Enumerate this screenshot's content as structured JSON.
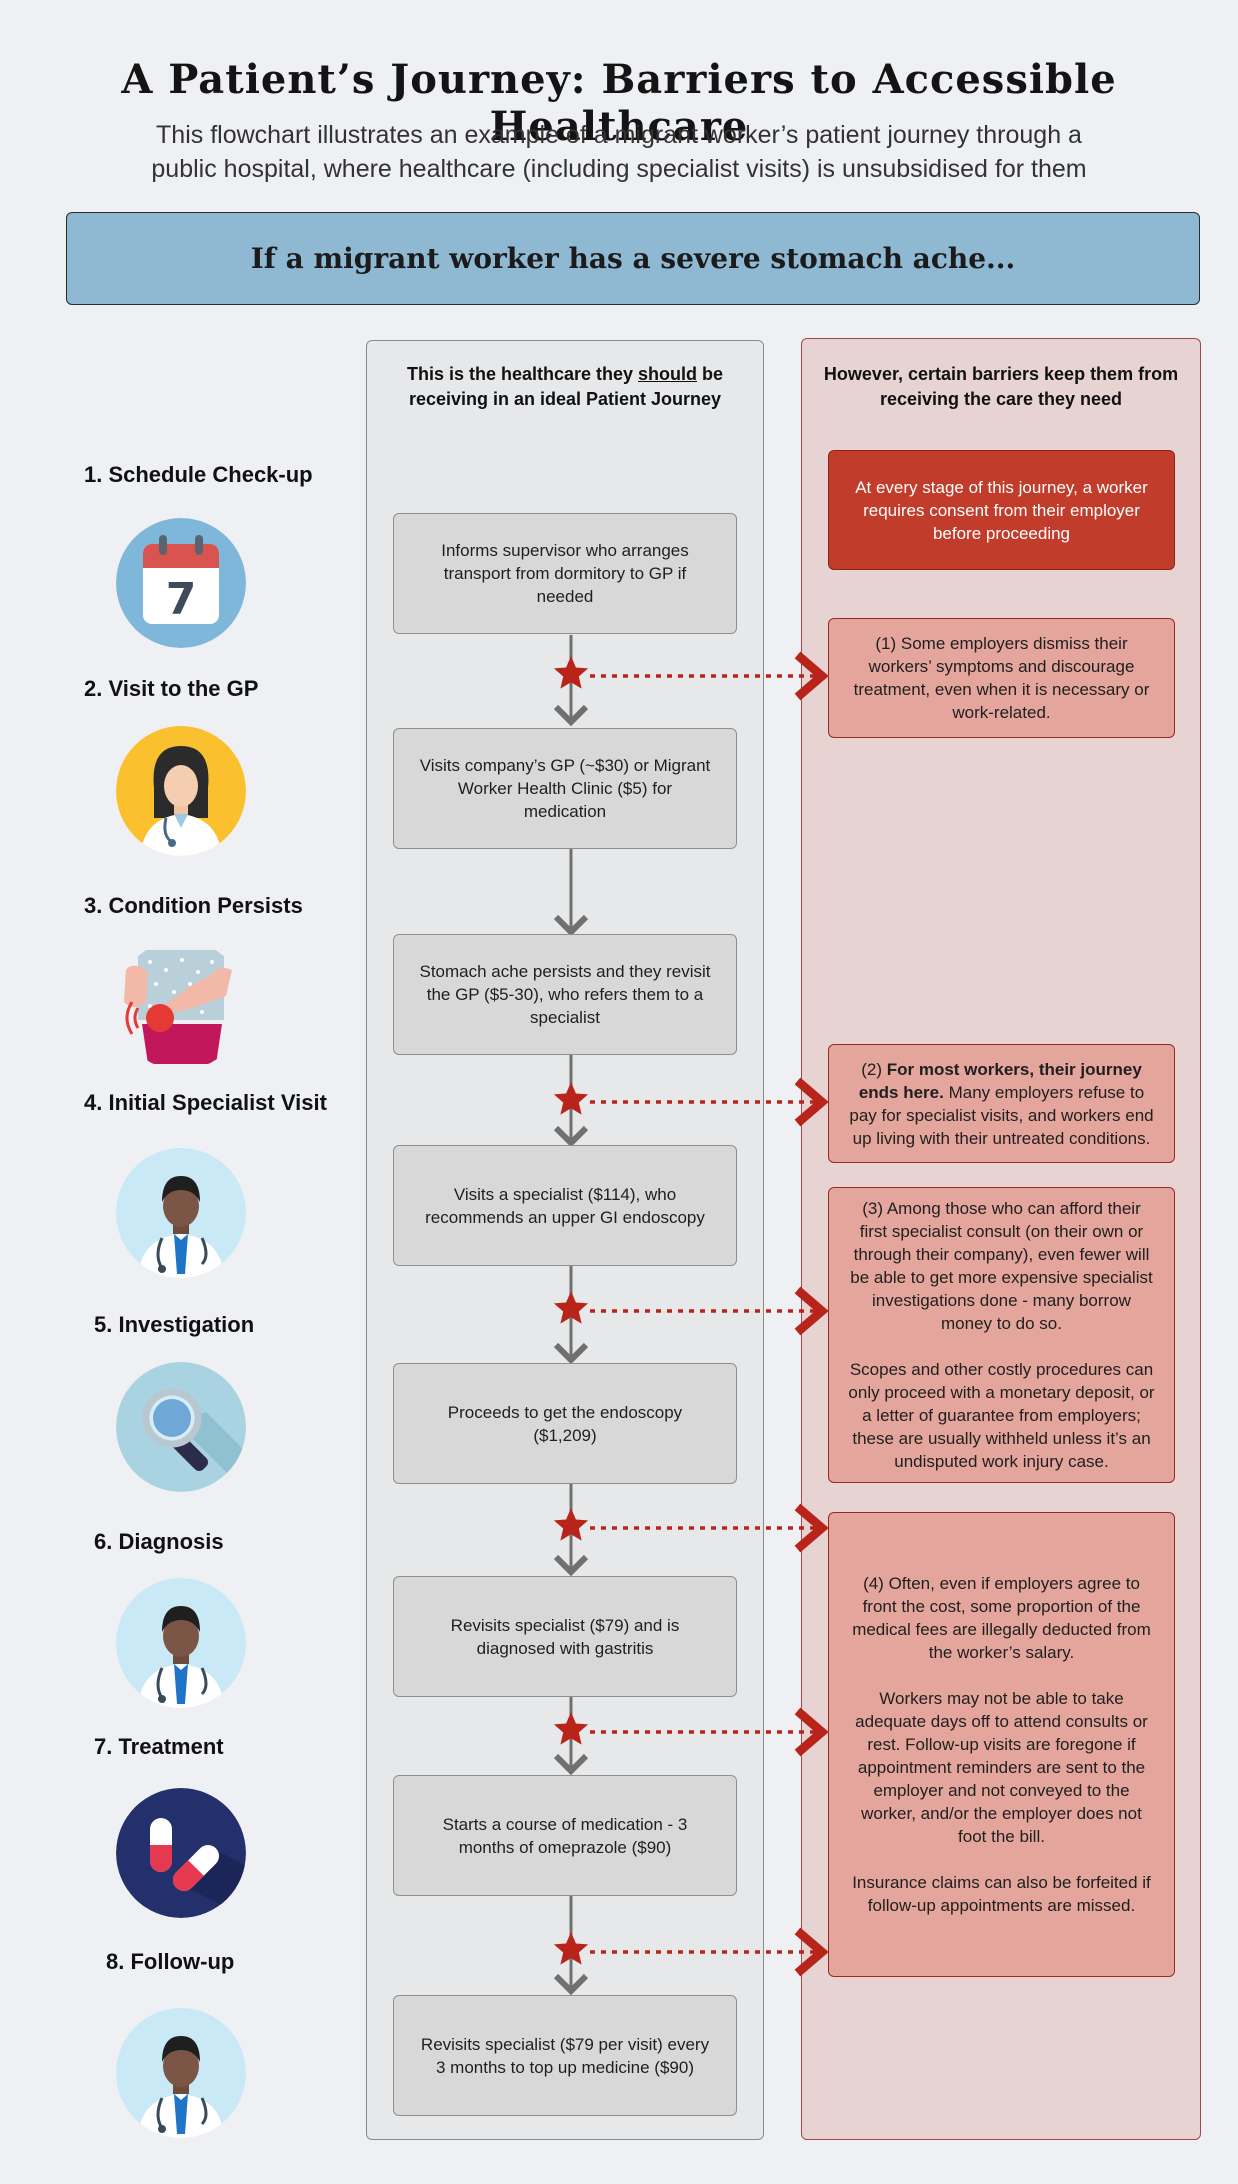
{
  "header": {
    "title": "A Patient’s Journey: Barriers to Accessible Healthcare",
    "subtitle": "This flowchart illustrates an example of a migrant worker’s patient journey through a public hospital, where healthcare (including specialist visits) is unsubsidised for them"
  },
  "banner": {
    "text": "If a migrant worker has a severe stomach ache..."
  },
  "ideal_column": {
    "heading_before": "This is the healthcare they ",
    "heading_emphasis": "should",
    "heading_after": " be receiving in an ideal Patient Journey"
  },
  "barrier_column": {
    "heading": "However, certain barriers keep them from receiving the care they need"
  },
  "steps": [
    {
      "label": "1.  Schedule Check-up",
      "icon": "calendar-icon",
      "calendar_day": "7",
      "box": "Informs supervisor who arranges transport from dormitory to GP if needed"
    },
    {
      "label": "2. Visit to the GP",
      "icon": "doctor-woman-icon",
      "box": "Visits company’s GP (~$30) or Migrant Worker Health Clinic ($5) for medication"
    },
    {
      "label": "3. Condition Persists",
      "icon": "stomach-pain-icon",
      "box": "Stomach ache persists and they revisit the GP ($5-30), who refers them to a specialist"
    },
    {
      "label": "4. Initial Specialist Visit",
      "icon": "doctor-man-icon",
      "box": "Visits a specialist ($114), who recommends an upper GI endoscopy"
    },
    {
      "label": "5. Investigation",
      "icon": "magnifier-icon",
      "box": "Proceeds to get the endoscopy ($1,209)"
    },
    {
      "label": "6. Diagnosis",
      "icon": "doctor-man-icon",
      "box": "Revisits specialist ($79) and is diagnosed with gastritis"
    },
    {
      "label": "7. Treatment",
      "icon": "pills-icon",
      "box": "Starts a course of medication - 3 months of omeprazole ($90)"
    },
    {
      "label": "8. Follow-up",
      "icon": "doctor-man-icon",
      "box": "Revisits specialist ($79 per visit) every 3 months to top up medicine ($90)"
    }
  ],
  "barriers": {
    "consent": "At every stage of this journey, a worker requires consent from their employer before proceeding",
    "b1": "(1) Some employers dismiss their workers’ symptoms and discourage treatment, even when it is necessary or work-related.",
    "b2_prefix": "(2) ",
    "b2_bold": "For most workers, their journey ends here.",
    "b2_rest": "  Many employers refuse to pay for specialist visits, and workers end up living with their untreated conditions.",
    "b3_p1": "(3) Among those who can afford their first specialist consult (on their own or through their company), even fewer will be able to get more expensive specialist investigations done - many borrow money to do so.",
    "b3_p2": "Scopes and other costly procedures can only proceed with a monetary deposit, or a letter of guarantee from employers; these are usually withheld unless it’s an undisputed work injury case.",
    "b4_p1": "(4) Often, even if employers agree to front the cost, some proportion of the medical fees are illegally deducted from the worker’s salary.",
    "b4_p2": "Workers may not be able to take adequate days off to attend consults or rest. Follow-up visits are foregone if appointment reminders are sent to the employer and not conveyed to the worker, and/or the employer does not foot the bill.",
    "b4_p3": "Insurance claims can also be forfeited if follow-up appointments are missed."
  },
  "colors": {
    "banner": "#8fb8d3",
    "barrier_panel": "#e8d3d3",
    "barrier_box": "#e3a59c",
    "consent_box": "#c23c2c",
    "star": "#b8231a",
    "arrow": "#707070"
  }
}
